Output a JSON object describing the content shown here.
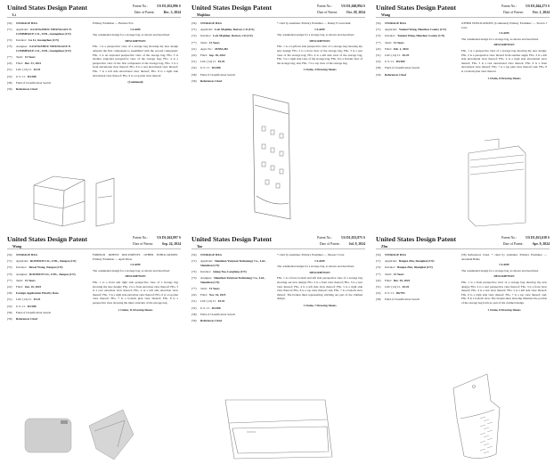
{
  "patents": [
    {
      "header_title": "United States Design Patent",
      "inventor_short": "Li",
      "patent_no_label": "Patent No.:",
      "patent_no": "US D1,052,896 S",
      "date_label": "Date of Patent:",
      "date": "Dec. 3, 2024",
      "fields": [
        {
          "code": "(54)",
          "label": "",
          "value": "STORAGE BAG"
        },
        {
          "code": "(71)",
          "label": "Applicant:",
          "value": "GUANGZHOU YIPANGGOU E-COMMERCE CO., LTD., Guangzhou (CN)"
        },
        {
          "code": "(72)",
          "label": "Inventor:",
          "value": "Lu Li, Guangzhou (CN)"
        },
        {
          "code": "(73)",
          "label": "Assignee:",
          "value": "GUANGZHOU YIPANGGOU E-COMMERCE CO., LTD., Guangzhou (CN)"
        },
        {
          "code": "(**)",
          "label": "Term:",
          "value": "15 Years"
        },
        {
          "code": "(22)",
          "label": "Filed:",
          "value": "Dec. 31, 2021"
        },
        {
          "code": "(51)",
          "label": "LOC (14) Cl.",
          "value": "03-01"
        },
        {
          "code": "(52)",
          "label": "U.S. Cl.",
          "value": "D3/288"
        },
        {
          "code": "(58)",
          "label": "Field of Classification Search",
          "value": ""
        },
        {
          "code": "(56)",
          "label": "",
          "value": "References Cited"
        }
      ],
      "examiners": "Primary Examiner — Barbara Fox",
      "claim_heading": "CLAIM",
      "claim": "The ornamental design for a storage bag, as shown and described.",
      "desc_heading": "DESCRIPTION",
      "description": "FIG. 1 is a perspective view of a storage bag showing my new design wherein the first component is assembled with the second component; FIG. 2 is an exploded perspective view of the storage bag; FIG. 3 is another exploded perspective view of the storage bag; FIG. 4 is a perspective view of the first component of the storage bag; FIG. 5 is a front elevational view thereof; FIG. 6 is a rear elevational view thereof; FIG. 7 is a left side elevational view thereof; FIG. 8 is a right side elevational view thereof; FIG. 9 is a top plan view thereof.",
      "footer": "(Continued)"
    },
    {
      "header_title": "United States Design Patent",
      "inventor_short": "Majidau",
      "patent_no_label": "Patent No.:",
      "patent_no": "US D1,048,894 S",
      "date_label": "Date of Patent:",
      "date": "Oct. 29, 2024",
      "fields": [
        {
          "code": "(54)",
          "label": "",
          "value": "STORAGE BAG"
        },
        {
          "code": "(71)",
          "label": "Applicant:",
          "value": "Loïc Majidau, Denver, CO (US)"
        },
        {
          "code": "(72)",
          "label": "Inventor:",
          "value": "Loïc Majidau, Denver, CO (US)"
        },
        {
          "code": "(**)",
          "label": "Term:",
          "value": "15 Years"
        },
        {
          "code": "(21)",
          "label": "Appl. No.:",
          "value": "29/853,282"
        },
        {
          "code": "(22)",
          "label": "Filed:",
          "value": "Sep. 18, 2022"
        },
        {
          "code": "(51)",
          "label": "LOC (14) Cl.",
          "value": "03-01"
        },
        {
          "code": "(52)",
          "label": "U.S. Cl.",
          "value": "D3/288"
        },
        {
          "code": "(58)",
          "label": "Field of Classification Search",
          "value": ""
        },
        {
          "code": "(56)",
          "label": "",
          "value": "References Cited"
        }
      ],
      "examiners": "* cited by examiner. Primary Examiner — Danny E Gotschalk",
      "claim_heading": "CLAIM",
      "claim": "The ornamental design for a storage bag, as shown and described.",
      "desc_heading": "DESCRIPTION",
      "description": "FIG. 1 is a top/front side perspective view of a storage bag showing my new design; FIG. 2 is a front view of the storage bag; FIG. 3 is a rear view of the storage bag; FIG. 4 is a left side view of the storage bag; FIG. 5 is a right side view of the storage bag; FIG. 6 is a bottom view of the storage bag; and, FIG. 7 is a top view of the storage bag.",
      "footer": "1 Claim, 4 Drawing Sheets"
    },
    {
      "header_title": "United States Design Patent",
      "inventor_short": "Wang",
      "patent_no_label": "Patent No.:",
      "patent_no": "US D1,044,273 S",
      "date_label": "Date of Patent:",
      "date": "Oct. 1, 2024",
      "fields": [
        {
          "code": "(54)",
          "label": "",
          "value": "STORAGE BAG"
        },
        {
          "code": "(71)",
          "label": "Applicant:",
          "value": "Yanmei Wang, Henzhou County (CN)"
        },
        {
          "code": "(72)",
          "label": "Inventor:",
          "value": "Yanmei Wang, Henzhou County (CN)"
        },
        {
          "code": "(**)",
          "label": "Term:",
          "value": "15 Years"
        },
        {
          "code": "(22)",
          "label": "Filed:",
          "value": "Feb. 1, 2024"
        },
        {
          "code": "(51)",
          "label": "LOC (14) Cl.",
          "value": "03-01"
        },
        {
          "code": "(52)",
          "label": "U.S. Cl.",
          "value": "D3/289"
        },
        {
          "code": "(58)",
          "label": "Field of Classification Search",
          "value": ""
        },
        {
          "code": "(56)",
          "label": "",
          "value": "References Cited"
        }
      ],
      "examiners": "OTHER PUBLICATIONS (Continued) Primary Examiner — Steven J Cruz",
      "claim_heading": "CLAIM",
      "claim": "The ornamental design for a storage bag, as shown and described.",
      "desc_heading": "DESCRIPTION",
      "description": "FIG. 1 is a perspective view of a storage bag showing my new design; FIG. 2 is a perspective view thereof from another angle; FIG. 3 is a left side elevational view thereof; FIG. 4 is a right side elevational view thereof; FIG. 5 is a rear elevational view thereof; FIG. 6 is a front elevational view thereof; FIG. 7 is a top plan view thereof; and, FIG. 8 is a bottom plan view thereof.",
      "footer": "1 Claim, 8 Drawing Sheets"
    },
    {
      "header_title": "United States Design Patent",
      "inventor_short": "Wang",
      "patent_no_label": "Patent No.:",
      "patent_no": "US D1,043,097 S",
      "date_label": "Date of Patent:",
      "date": "Sep. 24, 2024",
      "fields": [
        {
          "code": "(54)",
          "label": "",
          "value": "STORAGE BAG"
        },
        {
          "code": "(71)",
          "label": "Applicant:",
          "value": "ROUBICH CO., LTD., Jiangsu (CN)"
        },
        {
          "code": "(72)",
          "label": "Inventor:",
          "value": "Jinwei Wang, Jiangsu (CN)"
        },
        {
          "code": "(73)",
          "label": "Assignee:",
          "value": "ROUBICH CO., LTD., Jiangsu (CN)"
        },
        {
          "code": "(**)",
          "label": "Term:",
          "value": "15 Years"
        },
        {
          "code": "(22)",
          "label": "Filed:",
          "value": "Jun. 10, 2023"
        },
        {
          "code": "(30)",
          "label": "",
          "value": "Foreign Application Priority Data"
        },
        {
          "code": "(51)",
          "label": "LOC (14) Cl.",
          "value": "03-01"
        },
        {
          "code": "(52)",
          "label": "U.S. Cl.",
          "value": "D3/288"
        },
        {
          "code": "(58)",
          "label": "Field of Classification Search",
          "value": ""
        },
        {
          "code": "(56)",
          "label": "",
          "value": "References Cited"
        }
      ],
      "examiners": "FOREIGN PATENT DOCUMENTS. OTHER PUBLICATIONS. Primary Examiner — April Rivas",
      "claim_heading": "CLAIM",
      "claim": "The ornamental design for a storage bag, as shown and described.",
      "desc_heading": "DESCRIPTION",
      "description": "FIG. 1 is a front and right side perspective view of a storage bag showing my new design; FIG. 2 is a front elevation view thereof; FIG. 3 is a rear elevation view thereof; FIG. 4 is a left side elevation view thereof; FIG. 5 is a right side elevation view thereof; FIG. 6 is a top plan view thereof; FIG. 7 is a bottom plan view thereof; FIG. 8 is a perspective view showing the inner structure of the storage bag.",
      "footer": "1 Claim, 11 Drawing Sheets"
    },
    {
      "header_title": "United States Design Patent",
      "inventor_short": "Tao",
      "patent_no_label": "Patent No.:",
      "patent_no": "US D1,033,875 S",
      "date_label": "Date of Patent:",
      "date": "Jul. 9, 2024",
      "fields": [
        {
          "code": "(54)",
          "label": "",
          "value": "STORAGE BAG"
        },
        {
          "code": "(71)",
          "label": "Applicant:",
          "value": "Shenzhen Yanyuan Technology Co., Ltd., Shenzhen (CN)"
        },
        {
          "code": "(72)",
          "label": "Inventor:",
          "value": "Qiang Tao, Longfang (CN)"
        },
        {
          "code": "(73)",
          "label": "Assignee:",
          "value": "Shenzhen Yanyuan Technology Co., Ltd., Shenzhen (CN)"
        },
        {
          "code": "(**)",
          "label": "Term:",
          "value": "15 Years"
        },
        {
          "code": "(22)",
          "label": "Filed:",
          "value": "Nov. 16, 2023"
        },
        {
          "code": "(51)",
          "label": "LOC (14) Cl.",
          "value": "03-01"
        },
        {
          "code": "(52)",
          "label": "U.S. Cl.",
          "value": "D3/288"
        },
        {
          "code": "(58)",
          "label": "Field of Classification Search",
          "value": ""
        },
        {
          "code": "(56)",
          "label": "",
          "value": "References Cited"
        }
      ],
      "examiners": "* cited by examiner. Primary Examiner — Sharon J Cruz",
      "claim_heading": "CLAIM",
      "claim": "The ornamental design for a storage bag, as shown and described.",
      "desc_heading": "DESCRIPTION",
      "description": "FIG. 1 is a front, bottom and left side perspective view of a storage bag showing our new design; FIG. 2 is a front view thereof; FIG. 3 is a rear view thereof; FIG. 4 is a left side view thereof; FIG. 5 is a right side view thereof; FIG. 6 is a top view thereof; and, FIG. 7 is a bottom view thereof. The broken lines representing stitching are part of the claimed design.",
      "footer": "1 Claim, 7 Drawing Sheets"
    },
    {
      "header_title": "United States Design Patent",
      "inventor_short": "Zhu",
      "patent_no_label": "Patent No.:",
      "patent_no": "US D1,021,638 S",
      "date_label": "Date of Patent:",
      "date": "Apr. 9, 2024",
      "fields": [
        {
          "code": "(54)",
          "label": "",
          "value": "STORAGE BAG"
        },
        {
          "code": "(71)",
          "label": "Applicant:",
          "value": "Bangze Zhu, Shanghai (CN)"
        },
        {
          "code": "(72)",
          "label": "Inventor:",
          "value": "Bangze Zhu, Shanghai (CN)"
        },
        {
          "code": "(**)",
          "label": "Term:",
          "value": "15 Years"
        },
        {
          "code": "(22)",
          "label": "Filed:",
          "value": "Dec. 29, 2023"
        },
        {
          "code": "(51)",
          "label": "LOC (14) Cl.",
          "value": "03-01"
        },
        {
          "code": "(52)",
          "label": "U.S. Cl.",
          "value": "D6/703"
        },
        {
          "code": "(58)",
          "label": "Field of Classification Search",
          "value": ""
        }
      ],
      "examiners": "(56) References Cited. * cited by examiner. Primary Examiner — Abraham Bahta",
      "claim_heading": "CLAIM",
      "claim": "The ornamental design for a storage bag, as shown and described.",
      "desc_heading": "DESCRIPTION",
      "description": "FIG. 1 is a front perspective view of a storage bag showing my new design; FIG. 2 is a rear perspective view thereof; FIG. 3 is a front view thereof; FIG. 4 is a rear view thereof; FIG. 5 is a left side view thereof; FIG. 6 is a right side view thereof; FIG. 7 is a top view thereof; and, FIG. 8 is a bottom view. The broken lines showing illustrate the portion of the storage bag form no part of the claimed design.",
      "footer": "1 Claim, 8 Drawing Sheets"
    }
  ]
}
